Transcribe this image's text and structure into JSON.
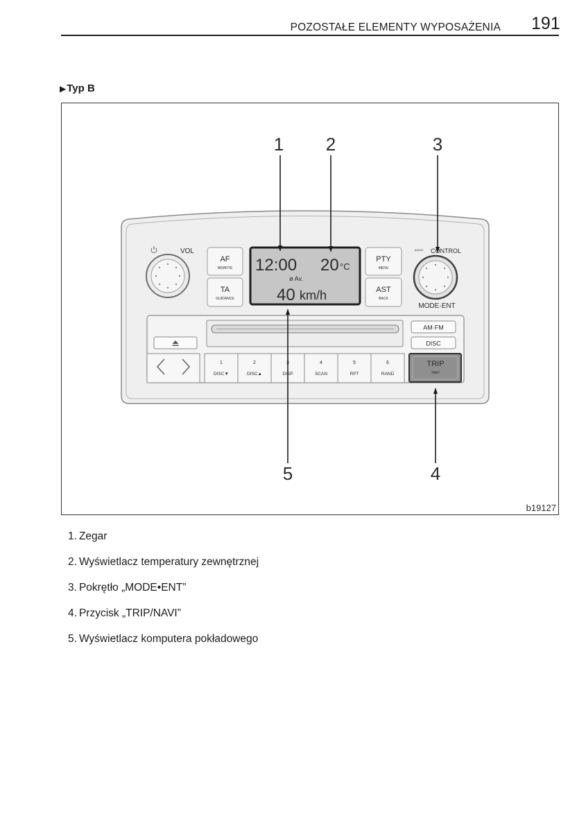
{
  "header": {
    "section_title": "POZOSTAŁE ELEMENTY WYPOSAŻENIA",
    "page_number": "191"
  },
  "subheading": {
    "marker": "▶",
    "label": "Typ B"
  },
  "colors": {
    "ink": "#1b1b1b",
    "panel": "#efefef",
    "display_bg": "#c6c6c6",
    "trip_button": "#8f8f8f"
  },
  "figure": {
    "id": "b19127",
    "callouts": [
      "1",
      "2",
      "3",
      "4",
      "5"
    ],
    "radio": {
      "icons": {
        "power": "power-icon",
        "eject": "eject-icon",
        "seek_left": "chevron-left-icon",
        "seek_right": "chevron-right-icon"
      },
      "vol_label": "VOL",
      "af": {
        "main": "AF",
        "sub": "REMOTE"
      },
      "ta": {
        "main": "TA",
        "sub": "GUIDANCE"
      },
      "pty": {
        "main": "PTY",
        "sub": "MENU"
      },
      "ast": {
        "main": "AST",
        "sub": "BACK"
      },
      "display": {
        "clock": "12:00",
        "temp_value": "20",
        "temp_unit": "°C",
        "avg_label": "ø Av.",
        "speed_value": "40",
        "speed_unit": "km/h"
      },
      "audio_control": {
        "small": "AUDIO",
        "large": "CONTROL"
      },
      "mode_ent": "MODE·ENT",
      "am_fm": "AM·FM",
      "disc": "DISC",
      "presets": [
        {
          "number": "1",
          "label": "DISC▼"
        },
        {
          "number": "2",
          "label": "DISC▲"
        },
        {
          "number": "3",
          "label": "DISP"
        },
        {
          "number": "4",
          "label": "SCAN"
        },
        {
          "number": "5",
          "label": "RPT"
        },
        {
          "number": "6",
          "label": "RAND"
        }
      ],
      "trip": {
        "main": "TRIP",
        "sub": "NAVI"
      }
    }
  },
  "list": [
    {
      "number": "1.",
      "text": "Zegar"
    },
    {
      "number": "2.",
      "text": "Wyświetlacz temperatury zewnętrznej"
    },
    {
      "number": "3.",
      "text": "Pokrętło „MODE•ENT”"
    },
    {
      "number": "4.",
      "text": "Przycisk „TRIP/NAVI”"
    },
    {
      "number": "5.",
      "text": "Wyświetlacz komputera pokładowego"
    }
  ]
}
